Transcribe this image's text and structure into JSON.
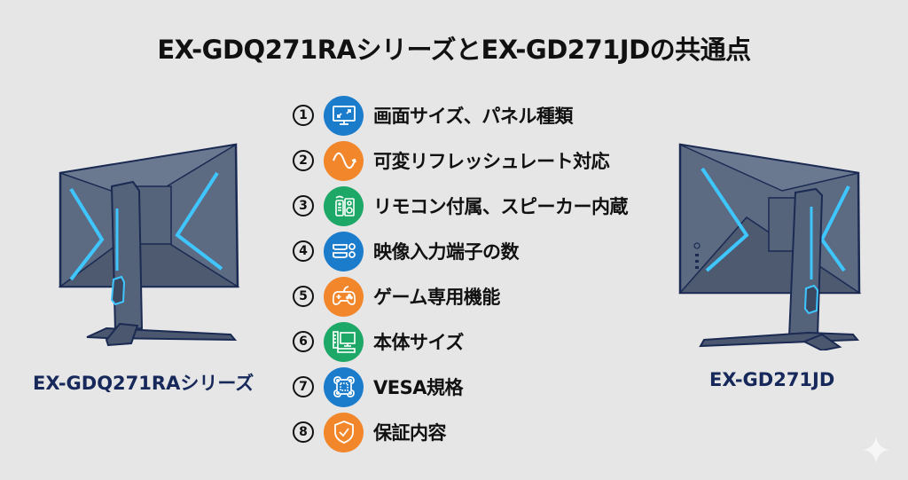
{
  "title": "EX-GDQ271RAシリーズとEX-GD271JDの共通点",
  "colors": {
    "background": "#e6e6e6",
    "blue": "#1b7ccc",
    "orange": "#f2862a",
    "green": "#1ea867",
    "navy_text": "#17285a",
    "monitor_body": "#5d6b82",
    "monitor_outline": "#1a2a52",
    "led_glow": "#3fc6ff"
  },
  "items": [
    {
      "number": "①",
      "icon": "monitor-resize-icon",
      "color": "blue",
      "label": "画面サイズ、パネル種類"
    },
    {
      "number": "②",
      "icon": "sine-wave-icon",
      "color": "orange",
      "label": "可変リフレッシュレート対応"
    },
    {
      "number": "③",
      "icon": "remote-speaker-icon",
      "color": "green",
      "label": "リモコン付属、スピーカー内蔵"
    },
    {
      "number": "④",
      "icon": "ports-icon",
      "color": "blue",
      "label": "映像入力端子の数"
    },
    {
      "number": "⑤",
      "icon": "gamepad-icon",
      "color": "orange",
      "label": "ゲーム専用機能"
    },
    {
      "number": "⑥",
      "icon": "desktop-ruler-icon",
      "color": "green",
      "label": "本体サイズ"
    },
    {
      "number": "⑦",
      "icon": "vesa-mount-icon",
      "color": "blue",
      "label": "VESA規格"
    },
    {
      "number": "⑧",
      "icon": "shield-check-icon",
      "color": "orange",
      "label": "保証内容"
    }
  ],
  "models": {
    "left": {
      "name": "EX-GDQ271RAシリーズ"
    },
    "right": {
      "name": "EX-GD271JD"
    }
  }
}
